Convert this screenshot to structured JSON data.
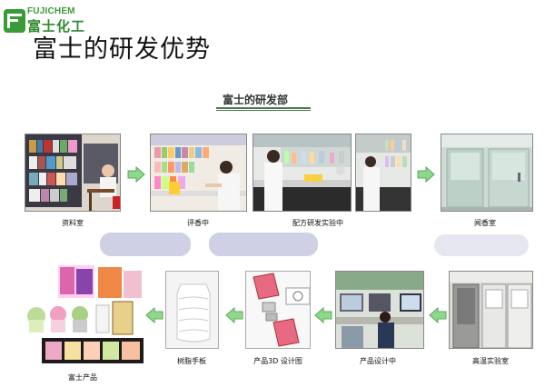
{
  "logo": {
    "name_en": "FUJICHEM",
    "name_cn": "富士化工"
  },
  "slide": {
    "title": "富士的研发优势"
  },
  "section": {
    "title": "富士的研发部"
  },
  "top_row": [
    {
      "caption": "资料室"
    },
    {
      "caption": "评香中"
    },
    {
      "caption": "配方研发实验中"
    },
    {
      "caption": "闻香室"
    }
  ],
  "bottom_row": [
    {
      "caption": "富士产品"
    },
    {
      "caption": "树脂手板"
    },
    {
      "caption": "产品3D 设计图"
    },
    {
      "caption": "产品设计中"
    },
    {
      "caption": "高温实验室"
    }
  ],
  "colors": {
    "brand_green": "#3b9a38",
    "arrow_green": "#8ed88e"
  }
}
